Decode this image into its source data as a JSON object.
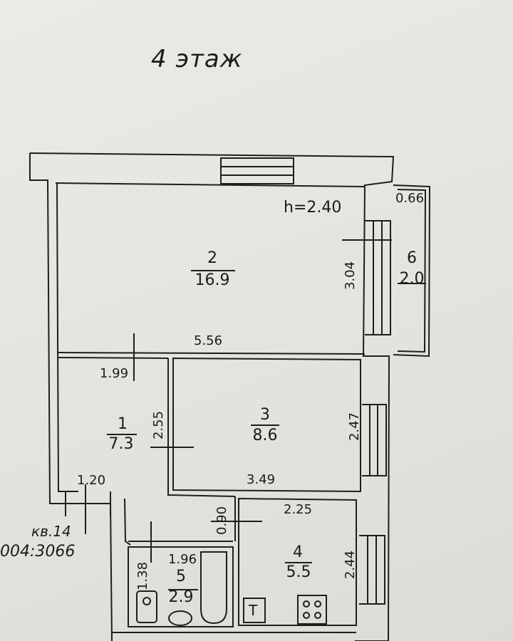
{
  "floor_label": "4 этаж",
  "height_label": "h=2.40",
  "apartment_label": "кв.14",
  "cadastral_label": "004:3066",
  "rooms": [
    {
      "number": "1",
      "area": "7.3"
    },
    {
      "number": "2",
      "area": "16.9"
    },
    {
      "number": "3",
      "area": "8.6"
    },
    {
      "number": "4",
      "area": "5.5"
    },
    {
      "number": "5",
      "area": "2.9"
    },
    {
      "number": "6",
      "area": "2.0"
    }
  ],
  "dimensions": {
    "room2_width": "5.56",
    "room2_depth": "3.04",
    "room1_width": "1.99",
    "room1_depth": "2.55",
    "room3_depth": "2.47",
    "room3_width": "3.49",
    "hall_width": "1.20",
    "door_width": "0.90",
    "room4_width": "2.25",
    "room4_depth": "2.44",
    "room5_width": "1.96",
    "room5_depth": "1.38",
    "balcony_width": "0.66"
  },
  "fixtures": {
    "heater_symbol": "T"
  }
}
